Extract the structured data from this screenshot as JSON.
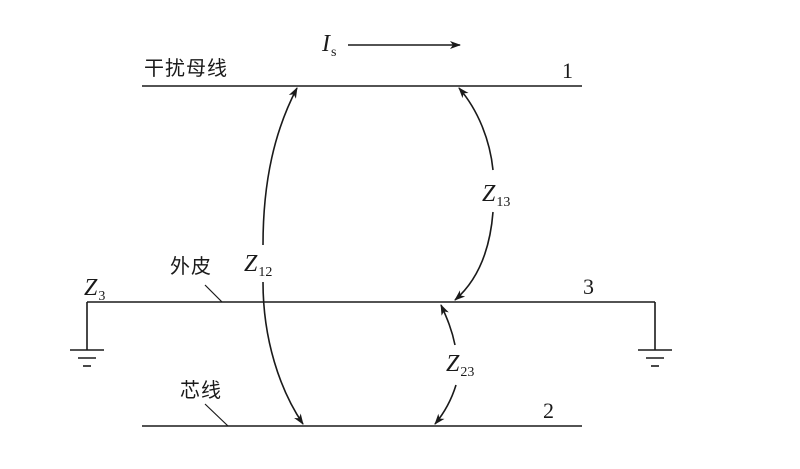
{
  "diagram": {
    "current_label": "I",
    "current_subscript": "s",
    "lines": [
      {
        "id": "1",
        "name": "干扰母线",
        "number": "1"
      },
      {
        "id": "3",
        "name": "外皮",
        "number": "3"
      },
      {
        "id": "2",
        "name": "芯线",
        "number": "2"
      }
    ],
    "impedances": {
      "z12": {
        "symbol": "Z",
        "sub": "12"
      },
      "z13": {
        "symbol": "Z",
        "sub": "13"
      },
      "z23": {
        "symbol": "Z",
        "sub": "23"
      },
      "z3": {
        "symbol": "Z",
        "sub": "3"
      }
    },
    "colors": {
      "ink": "#1a1a1a",
      "background": "#ffffff"
    }
  }
}
